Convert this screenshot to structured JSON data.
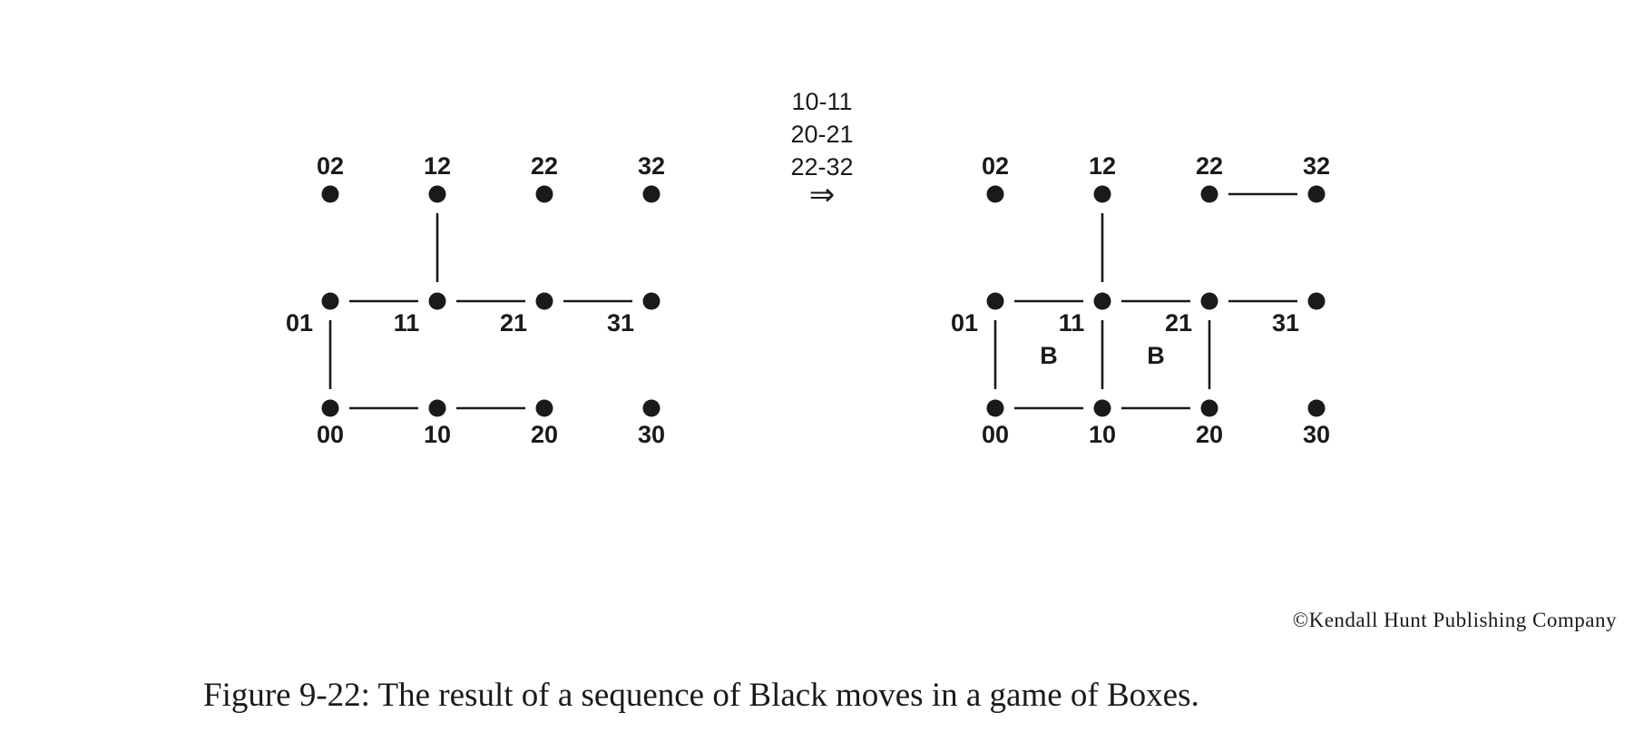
{
  "diagram": {
    "left_board": {
      "labels": {
        "n02": "02",
        "n12": "12",
        "n22": "22",
        "n32": "32",
        "n01": "01",
        "n11": "11",
        "n21": "21",
        "n31": "31",
        "n00": "00",
        "n10": "10",
        "n20": "20",
        "n30": "30"
      },
      "drawn_lines": [
        "12-11",
        "01-11",
        "11-21",
        "21-31",
        "01-00",
        "00-10",
        "10-20"
      ]
    },
    "moves": {
      "move_1": "10-11",
      "move_2": "20-21",
      "move_3": "22-32",
      "arrow": "⇒"
    },
    "right_board": {
      "labels": {
        "n02": "02",
        "n12": "12",
        "n22": "22",
        "n32": "32",
        "n01": "01",
        "n11": "11",
        "n21": "21",
        "n31": "31",
        "n00": "00",
        "n10": "10",
        "n20": "20",
        "n30": "30"
      },
      "drawn_lines": [
        "12-11",
        "22-32",
        "01-11",
        "11-21",
        "21-31",
        "01-00",
        "11-10",
        "21-20",
        "00-10",
        "10-20"
      ],
      "boxes": {
        "box_00": "B",
        "box_10": "B"
      }
    },
    "copyright": "©Kendall Hunt Publishing Company",
    "caption": "Figure 9-22: The result of a sequence of Black moves in a game of Boxes."
  }
}
